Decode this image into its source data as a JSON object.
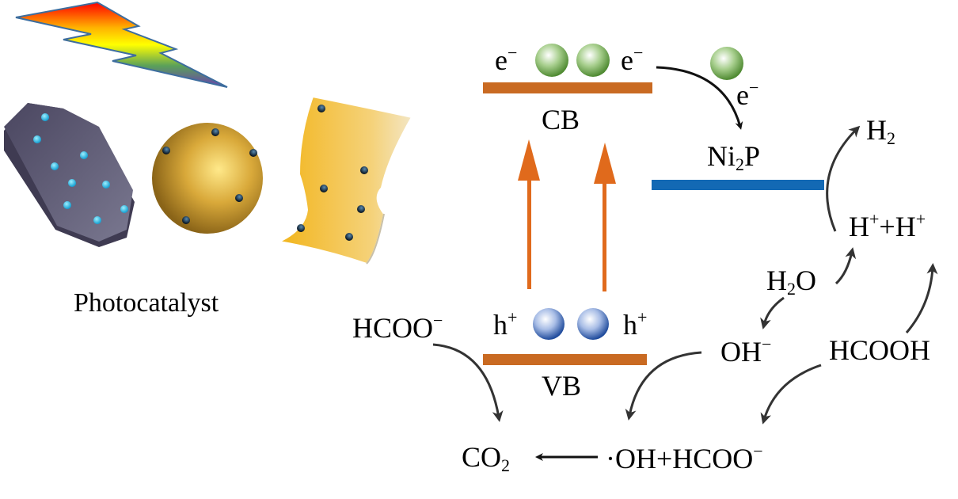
{
  "figure": {
    "caption": "Photocatalyst",
    "light_icon": "lightning-bolt-icon",
    "catalyst_shapes": [
      "gray-rod-particle",
      "gold-sphere-particle",
      "yellow-sheet-particle"
    ],
    "colors": {
      "band": "#c96a22",
      "excitation_arrow": "#e06a1c",
      "ni2p_level": "#1369b4",
      "electron": "#6aa84f",
      "hole": "#2f5fb0",
      "reaction_arrow": "#333333",
      "catalyst_rod": "#5a5670",
      "catalyst_sphere": "#d8a93a",
      "catalyst_sheet": "#f2b51c",
      "dot_cyan": "#2bb6e0",
      "dot_dark": "#0f2436"
    }
  },
  "bands": {
    "cb_label": "CB",
    "vb_label": "VB",
    "cocatalyst_label_main": "Ni",
    "cocatalyst_label_sub": "2",
    "cocatalyst_label_tail": "P"
  },
  "carriers": {
    "electron_base": "e",
    "electron_charge": "−",
    "hole_base": "h",
    "hole_charge": "+"
  },
  "species": {
    "h2_base": "H",
    "h2_sub": "2",
    "hplus": "H",
    "plus": "+",
    "join_plus": "+",
    "h2o_h": "H",
    "h2o_sub": "2",
    "h2o_o": "O",
    "oh_minus_base": "OH",
    "minus": "−",
    "hcooh": "HCOOH",
    "hcoo_minus_base": "HCOO",
    "co2_base": "CO",
    "co2_sub": "2",
    "oh_radical_hcoo": "·OH+HCOO"
  }
}
